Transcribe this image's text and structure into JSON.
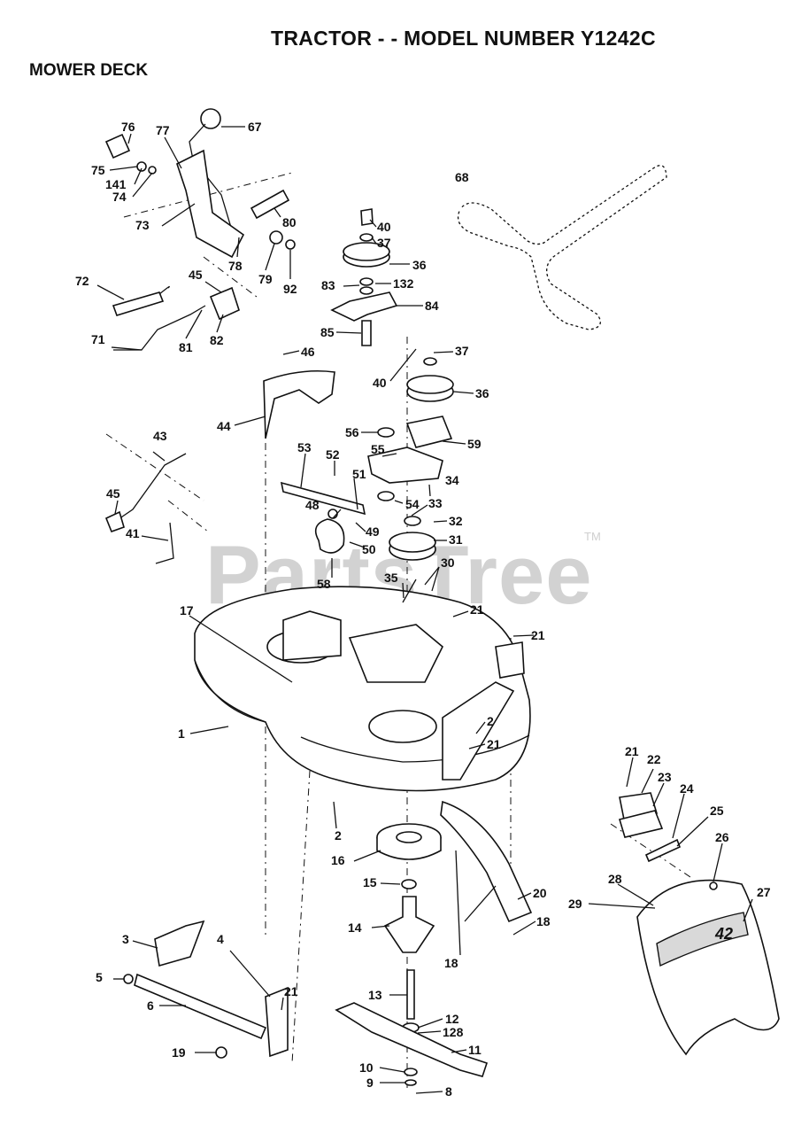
{
  "header": {
    "title": "TRACTOR - - MODEL NUMBER Y1242C",
    "section": "MOWER DECK"
  },
  "watermark": {
    "text": "PartsTree",
    "trademark": "TM"
  },
  "deck_marking": "42",
  "callouts": {
    "c1": "1",
    "c2a": "2",
    "c2b": "2",
    "c3": "3",
    "c4": "4",
    "c5": "5",
    "c6": "6",
    "c8": "8",
    "c9": "9",
    "c10": "10",
    "c11": "11",
    "c12": "12",
    "c128": "128",
    "c13": "13",
    "c14": "14",
    "c15": "15",
    "c16": "16",
    "c17": "17",
    "c18a": "18",
    "c18b": "18",
    "c19": "19",
    "c20": "20",
    "c21a": "21",
    "c21b": "21",
    "c21c": "21",
    "c21d": "21",
    "c21e": "21",
    "c22": "22",
    "c23": "23",
    "c24": "24",
    "c25": "25",
    "c26": "26",
    "c27": "27",
    "c28": "28",
    "c29": "29",
    "c30": "30",
    "c31": "31",
    "c32": "32",
    "c33": "33",
    "c34": "34",
    "c35": "35",
    "c36a": "36",
    "c36b": "36",
    "c37a": "37",
    "c37b": "37",
    "c40a": "40",
    "c40b": "40",
    "c41": "41",
    "c43": "43",
    "c44": "44",
    "c45a": "45",
    "c45b": "45",
    "c46": "46",
    "c48": "48",
    "c49": "49",
    "c50": "50",
    "c51": "51",
    "c52": "52",
    "c53": "53",
    "c54": "54",
    "c55": "55",
    "c56": "56",
    "c58": "58",
    "c59": "59",
    "c67": "67",
    "c68": "68",
    "c71": "71",
    "c72": "72",
    "c73": "73",
    "c74": "74",
    "c75": "75",
    "c76": "76",
    "c77": "77",
    "c78": "78",
    "c79": "79",
    "c80": "80",
    "c81": "81",
    "c82": "82",
    "c83": "83",
    "c84": "84",
    "c85": "85",
    "c92": "92",
    "c132": "132",
    "c141": "141"
  }
}
